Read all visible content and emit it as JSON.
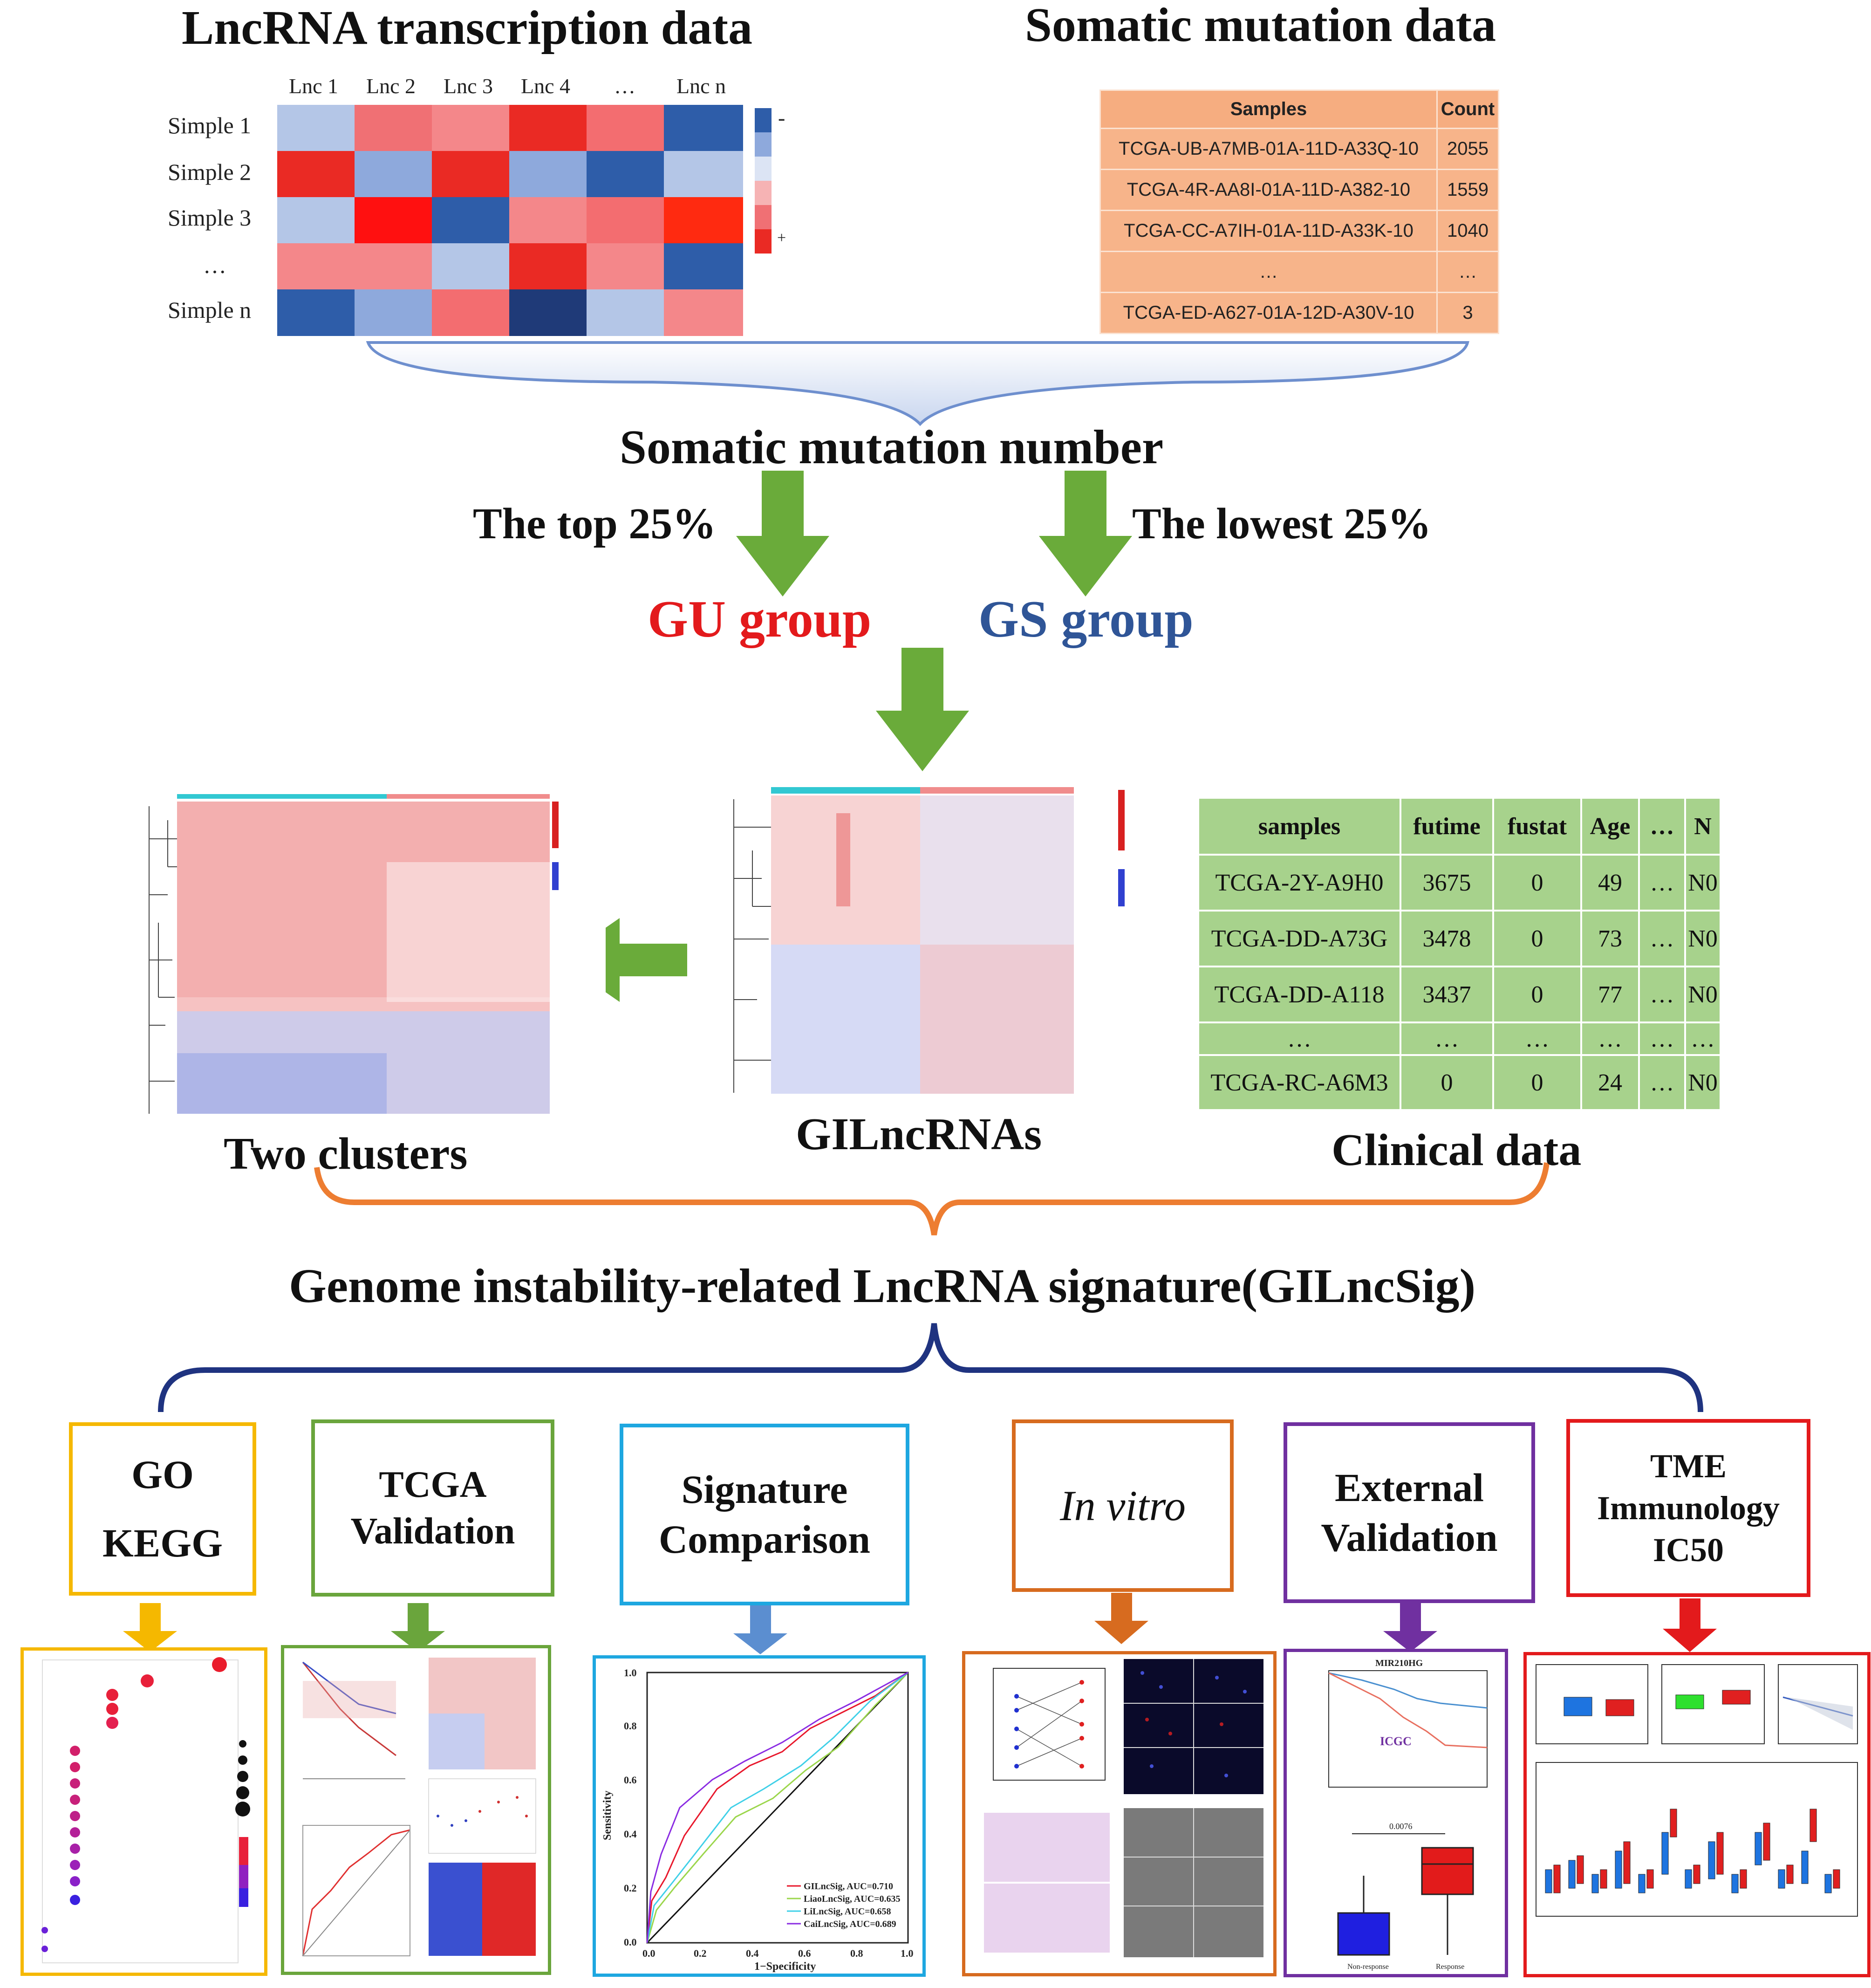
{
  "top": {
    "lnc_title": "LncRNA transcription data",
    "mut_title": "Somatic mutation data",
    "lnc_columns": [
      "Lnc 1",
      "Lnc 2",
      "Lnc 3",
      "Lnc 4",
      "…",
      "Lnc n"
    ],
    "lnc_rows": [
      "Simple 1",
      "Simple 2",
      "Simple 3",
      "…",
      "Simple n"
    ],
    "legend_minus": "-",
    "legend_plus": "+",
    "mut_table": {
      "headers": [
        "Samples",
        "Count"
      ],
      "rows": [
        [
          "TCGA-UB-A7MB-01A-11D-A33Q-10",
          "2055"
        ],
        [
          "TCGA-4R-AA8I-01A-11D-A382-10",
          "1559"
        ],
        [
          "TCGA-CC-A7IH-01A-11D-A33K-10",
          "1040"
        ],
        [
          "…",
          "…"
        ],
        [
          "TCGA-ED-A627-01A-12D-A30V-10",
          "3"
        ]
      ]
    }
  },
  "middle": {
    "somatic_number": "Somatic mutation number",
    "top25": "The top 25%",
    "low25": "The lowest 25%",
    "gu_group": "GU group",
    "gs_group": "GS group",
    "two_clusters": "Two clusters",
    "gilncrnas": "GILncRNAs",
    "clinical": "Clinical data",
    "clinical_table": {
      "headers": [
        "samples",
        "futime",
        "fustat",
        "Age",
        "…",
        "N"
      ],
      "rows": [
        [
          "TCGA-2Y-A9H0",
          "3675",
          "0",
          "49",
          "…",
          "N0"
        ],
        [
          "TCGA-DD-A73G",
          "3478",
          "0",
          "73",
          "…",
          "N0"
        ],
        [
          "TCGA-DD-A118",
          "3437",
          "0",
          "77",
          "…",
          "N0"
        ],
        [
          "…",
          "…",
          "…",
          "…",
          "…",
          "…"
        ],
        [
          "TCGA-RC-A6M3",
          "0",
          "0",
          "24",
          "…",
          "N0"
        ]
      ]
    }
  },
  "signature": "Genome instability-related LncRNA signature(GILncSig)",
  "boxes": [
    {
      "lines": [
        "GO",
        "KEGG"
      ],
      "color": "#f5b800"
    },
    {
      "lines": [
        "TCGA",
        "Validation"
      ],
      "color": "#6aa53c"
    },
    {
      "lines": [
        "Signature",
        "Comparison"
      ],
      "color": "#1ea7e0"
    },
    {
      "lines": [
        "In vitro"
      ],
      "color": "#d76b1f"
    },
    {
      "lines": [
        "External",
        "Validation"
      ],
      "color": "#7030a0"
    },
    {
      "lines": [
        "TME",
        "Immunology",
        "IC50"
      ],
      "color": "#e31a1c"
    }
  ],
  "panels": {
    "roc": {
      "xlabel": "1−Specificity",
      "ylabel": "Sensitivity",
      "ticks": [
        "0.0",
        "0.2",
        "0.4",
        "0.6",
        "0.8",
        "1.0"
      ],
      "legend": [
        "GILncSig, AUC=0.710",
        "LiaoLncSig, AUC=0.635",
        "LiLncSig, AUC=0.658",
        "CaiLncSig, AUC=0.689"
      ],
      "legend_colors": [
        "#e8172b",
        "#9bd64b",
        "#3fd0e8",
        "#8a2be2"
      ]
    },
    "external": {
      "km_title": "MIR210HG",
      "icgc": "ICGC",
      "box_pvalue": "0.0076",
      "box_labels": [
        "Non-response",
        "Response"
      ]
    }
  }
}
